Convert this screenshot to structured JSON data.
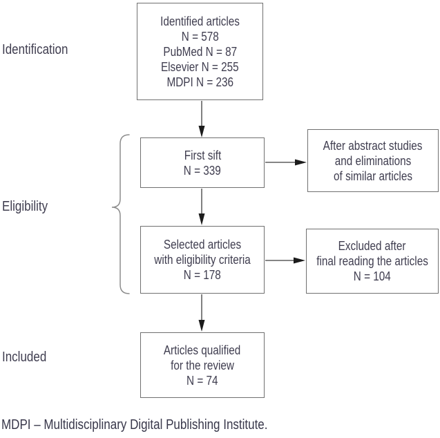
{
  "diagram": {
    "stages": [
      {
        "label": "Identification"
      },
      {
        "label": "Eligibility"
      },
      {
        "label": "Included"
      }
    ],
    "boxes": {
      "identified": {
        "lines": [
          "Identified articles",
          "N = 578",
          "PubMed N = 87",
          "Elsevier N = 255",
          "MDPI N = 236"
        ]
      },
      "first_sift": {
        "lines": [
          "First sift",
          "N = 339"
        ]
      },
      "after_abstract": {
        "lines": [
          "After abstract studies",
          "and eliminations",
          "of similar articles"
        ]
      },
      "selected": {
        "lines": [
          "Selected articles",
          "with eligibility criteria",
          "N = 178"
        ]
      },
      "excluded": {
        "lines": [
          "Excluded after",
          "final reading the articles",
          "N = 104"
        ]
      },
      "qualified": {
        "lines": [
          "Articles qualified",
          "for the review",
          "N = 74"
        ]
      }
    },
    "footnote": "MDPI – Multidisciplinary Digital Publishing Institute.",
    "colors": {
      "text": "#3f3d4f",
      "box_border": "#6f6f6f",
      "arrow_line": "#3c3c3c",
      "arrow_head": "#1c1c1c",
      "brace": "#8c8c8c"
    }
  }
}
